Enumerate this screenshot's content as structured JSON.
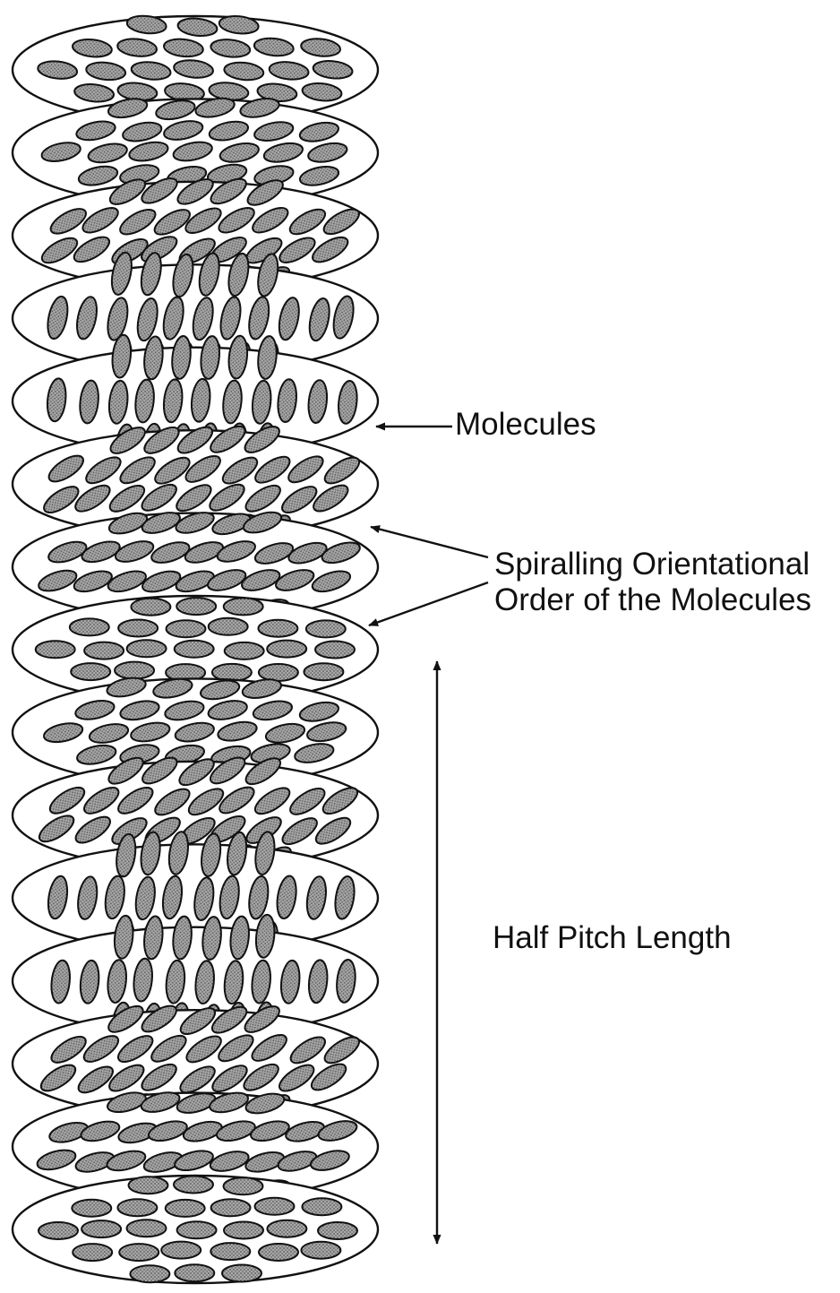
{
  "labels": {
    "molecules": "Molecules",
    "spiral_line1": "Spiralling Orientational",
    "spiral_line2": "Order of the Molecules",
    "half_pitch": "Half Pitch Length"
  },
  "colors": {
    "ink": "#111111",
    "molecule_fill": "#8f8f8f",
    "background": "#ffffff"
  },
  "layers": [
    {
      "angle_deg": -10,
      "mode": "flat"
    },
    {
      "angle_deg": 20,
      "mode": "flat"
    },
    {
      "angle_deg": 50,
      "mode": "tilted"
    },
    {
      "angle_deg": 70,
      "mode": "upright"
    },
    {
      "angle_deg": 80,
      "mode": "upright"
    },
    {
      "angle_deg": 55,
      "mode": "tilted"
    },
    {
      "angle_deg": 30,
      "mode": "tilted"
    },
    {
      "angle_deg": 0,
      "mode": "flat"
    },
    {
      "angle_deg": 20,
      "mode": "flat"
    },
    {
      "angle_deg": 55,
      "mode": "tilted"
    },
    {
      "angle_deg": 75,
      "mode": "upright"
    },
    {
      "angle_deg": 80,
      "mode": "upright"
    },
    {
      "angle_deg": 55,
      "mode": "tilted"
    },
    {
      "angle_deg": 25,
      "mode": "tilted"
    },
    {
      "angle_deg": 0,
      "mode": "flat"
    }
  ]
}
